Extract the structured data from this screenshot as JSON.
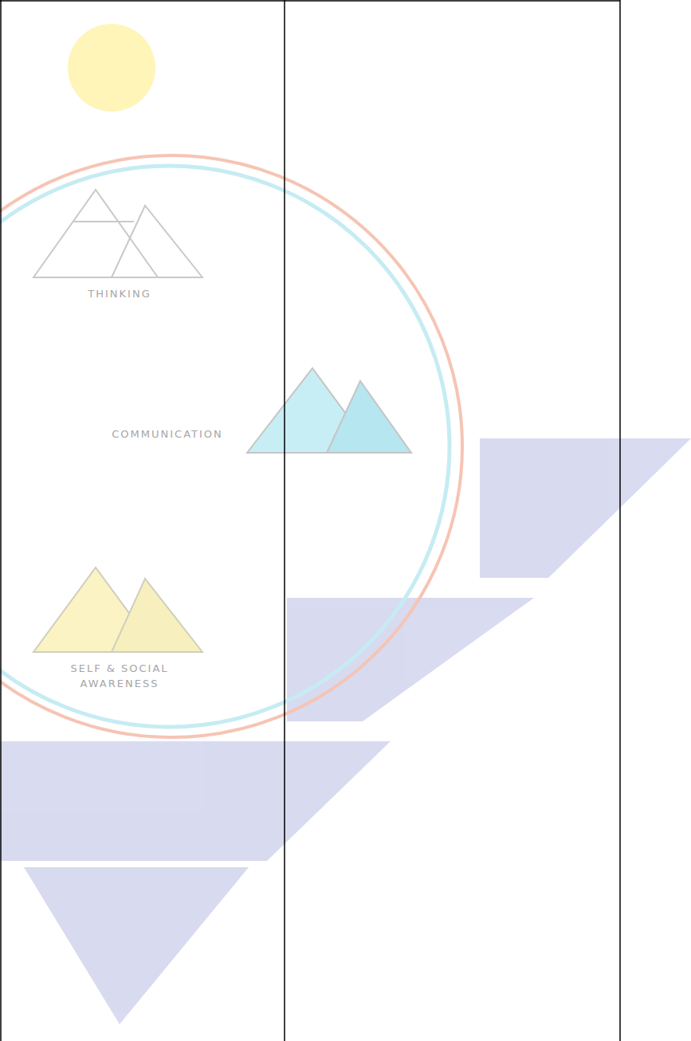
{
  "diagram": {
    "labels": [
      "THINKING",
      "COMMUNICATION",
      "SELF & SOCIAL AWARENESS"
    ]
  }
}
